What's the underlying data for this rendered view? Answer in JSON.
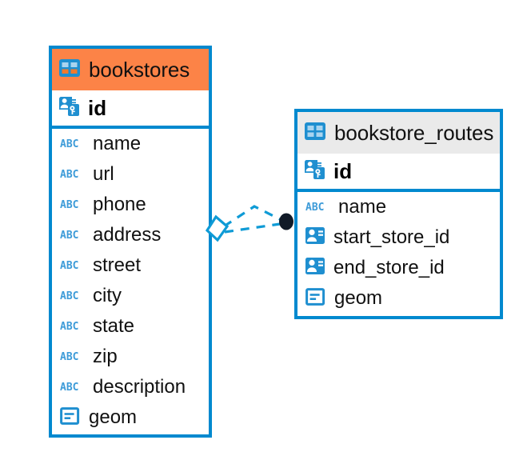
{
  "diagram": {
    "kind": "entity-relationship-diagram",
    "colors": {
      "border_blue": "#0089cf",
      "header_orange": "#fc8347",
      "header_gray": "#eaeaea",
      "icon_blue": "#1f8fd0",
      "abc_blue": "#3d9bd8",
      "connector_blue": "#0f9bd6",
      "endpoint_dark": "#111a28",
      "text_dark": "#111111",
      "canvas": "#ffffff"
    },
    "entities": [
      {
        "name": "bookstores",
        "header_style": "orange",
        "table_icon": "table-grid-icon",
        "primary_key": {
          "label": "id",
          "icon": "primary-key-icon",
          "type": "pk"
        },
        "fields": [
          {
            "label": "name",
            "icon": "abc-text-icon",
            "type": "text"
          },
          {
            "label": "url",
            "icon": "abc-text-icon",
            "type": "text"
          },
          {
            "label": "phone",
            "icon": "abc-text-icon",
            "type": "text"
          },
          {
            "label": "address",
            "icon": "abc-text-icon",
            "type": "text"
          },
          {
            "label": "street",
            "icon": "abc-text-icon",
            "type": "text"
          },
          {
            "label": "city",
            "icon": "abc-text-icon",
            "type": "text"
          },
          {
            "label": "state",
            "icon": "abc-text-icon",
            "type": "text"
          },
          {
            "label": "zip",
            "icon": "abc-text-icon",
            "type": "text"
          },
          {
            "label": "description",
            "icon": "abc-text-icon",
            "type": "text"
          },
          {
            "label": "geom",
            "icon": "geometry-icon",
            "type": "geometry"
          }
        ]
      },
      {
        "name": "bookstore_routes",
        "header_style": "gray",
        "table_icon": "table-grid-icon",
        "primary_key": {
          "label": "id",
          "icon": "primary-key-icon",
          "type": "pk"
        },
        "fields": [
          {
            "label": "name",
            "icon": "abc-text-icon",
            "type": "text"
          },
          {
            "label": "start_store_id",
            "icon": "foreign-key-icon",
            "type": "fk"
          },
          {
            "label": "end_store_id",
            "icon": "foreign-key-icon",
            "type": "fk"
          },
          {
            "label": "geom",
            "icon": "geometry-icon",
            "type": "geometry"
          }
        ]
      }
    ],
    "relationship": {
      "style": "dashed",
      "source_marker": "rhombus-open-marker",
      "target_marker": "filled-circle-marker",
      "branch_count": 2
    },
    "icon_glyphs": {
      "abc_text": "ABC"
    }
  }
}
